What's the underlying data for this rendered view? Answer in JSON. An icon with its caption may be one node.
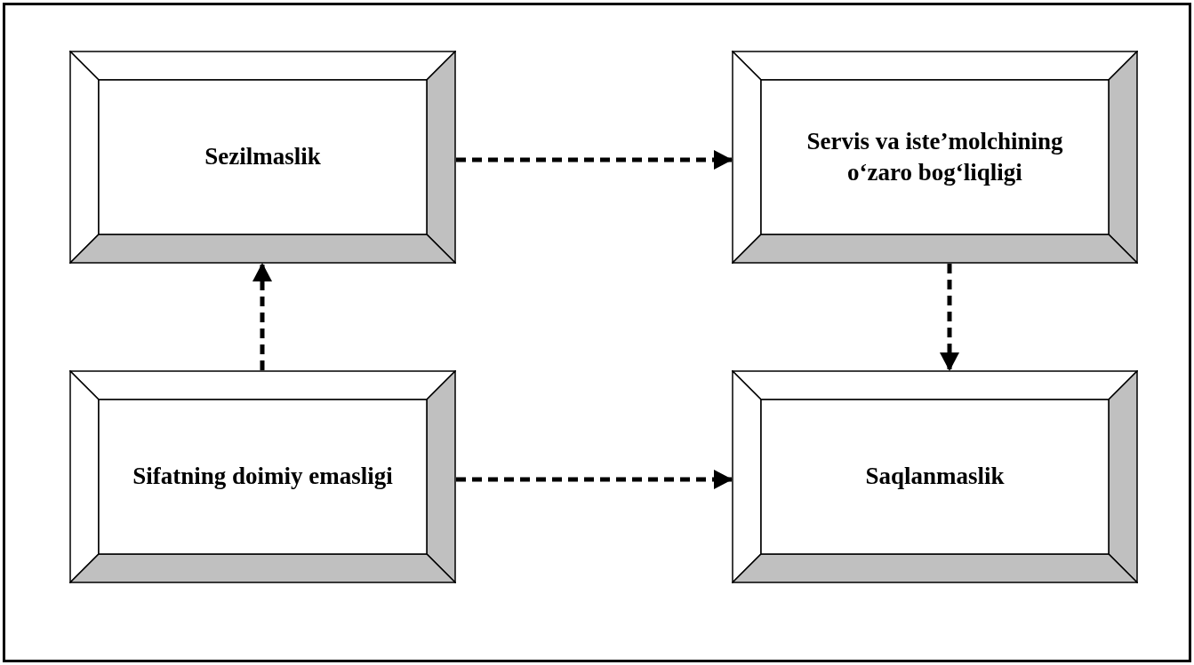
{
  "diagram": {
    "nodes": [
      {
        "text": [
          "Sezilmaslik"
        ]
      },
      {
        "text": [
          "Servis va iste’molchining o‘zaro bog‘liqligi"
        ]
      },
      {
        "text": [
          "Sifatning doimiy emasligi"
        ]
      },
      {
        "text": [
          "Saqlanmaslik"
        ]
      }
    ],
    "edges": [
      {
        "from": 0,
        "to": 1,
        "arrow": "to",
        "style": "dashed"
      },
      {
        "from": 2,
        "to": 0,
        "arrow": "to",
        "style": "dashed"
      },
      {
        "from": 1,
        "to": 3,
        "arrow": "to",
        "style": "dashed"
      },
      {
        "from": 2,
        "to": 3,
        "arrow": "to",
        "style": "dashed"
      }
    ]
  }
}
